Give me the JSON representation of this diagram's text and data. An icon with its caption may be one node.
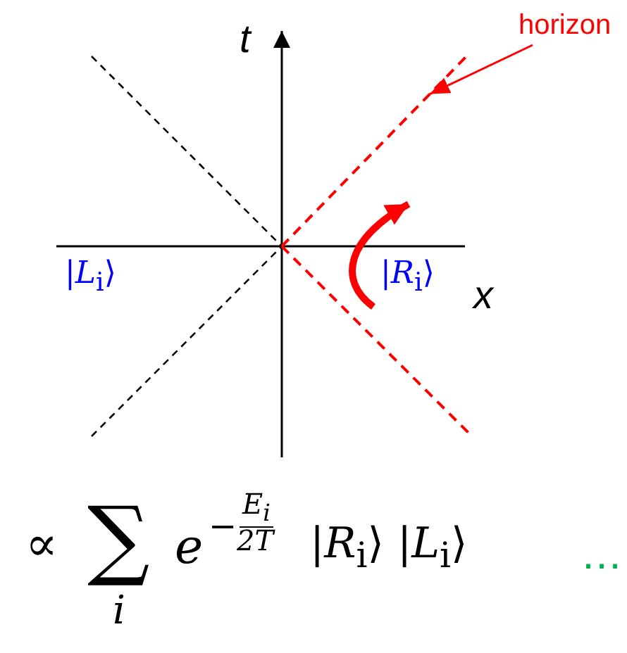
{
  "diagram": {
    "nodes": [
      {
        "text": [
          "horizon"
        ]
      },
      {
        "text": [],
        "shape": "line"
      }
    ],
    "edges": [
      {
        "from": 0,
        "to": 1,
        "arrow": "to"
      }
    ],
    "labels": [
      "t",
      "|*L*$_{i}$⟩",
      "|*R*$_{i}$⟩",
      "x",
      "∝",
      "∑",
      "i",
      "e",
      "−",
      "E$_{i}$",
      "2T",
      "|*R*$_{i}$⟩ |*L*$_{i}$⟩",
      "…"
    ]
  }
}
